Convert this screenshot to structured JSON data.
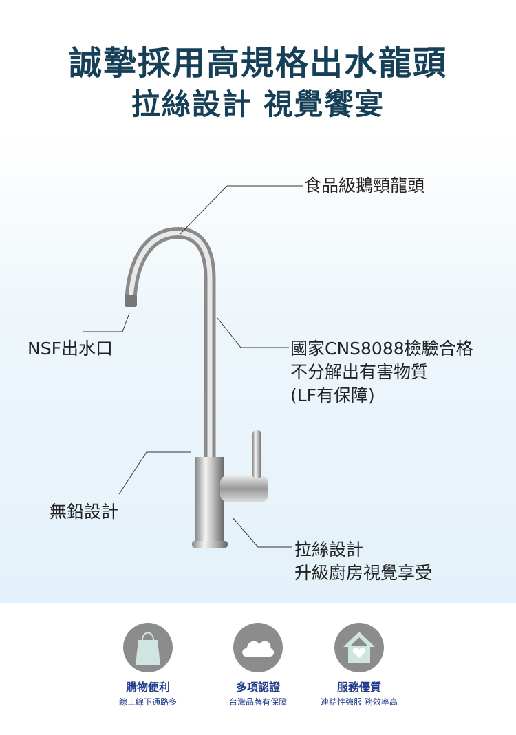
{
  "header": {
    "title_line1": "誠摯採用高規格出水龍頭",
    "title_line2": "拉絲設計 視覺饗宴"
  },
  "callouts": {
    "gooseneck": "食品級鵝頸龍頭",
    "nsf": "NSF出水口",
    "cns": [
      "國家CNS8088檢驗合格",
      "不分解出有害物質",
      "(LF有保障)"
    ],
    "lead_free": "無鉛設計",
    "brushed": [
      "拉絲設計",
      "升級廚房視覺享受"
    ]
  },
  "features": [
    {
      "icon": "shopping-bag-icon",
      "title": "購物便利",
      "subtitle": "線上線下通路多"
    },
    {
      "icon": "cloud-icon",
      "title": "多項認證",
      "subtitle": "台灣品牌有保障"
    },
    {
      "icon": "house-heart-icon",
      "title": "服務優質",
      "subtitle": "連結性強服 務效率高"
    }
  ],
  "colors": {
    "title": "#163f58",
    "feature_text": "#1f3c8c",
    "icon_bg": "#8c8c8c",
    "icon_fill": "#cfe5e2"
  }
}
